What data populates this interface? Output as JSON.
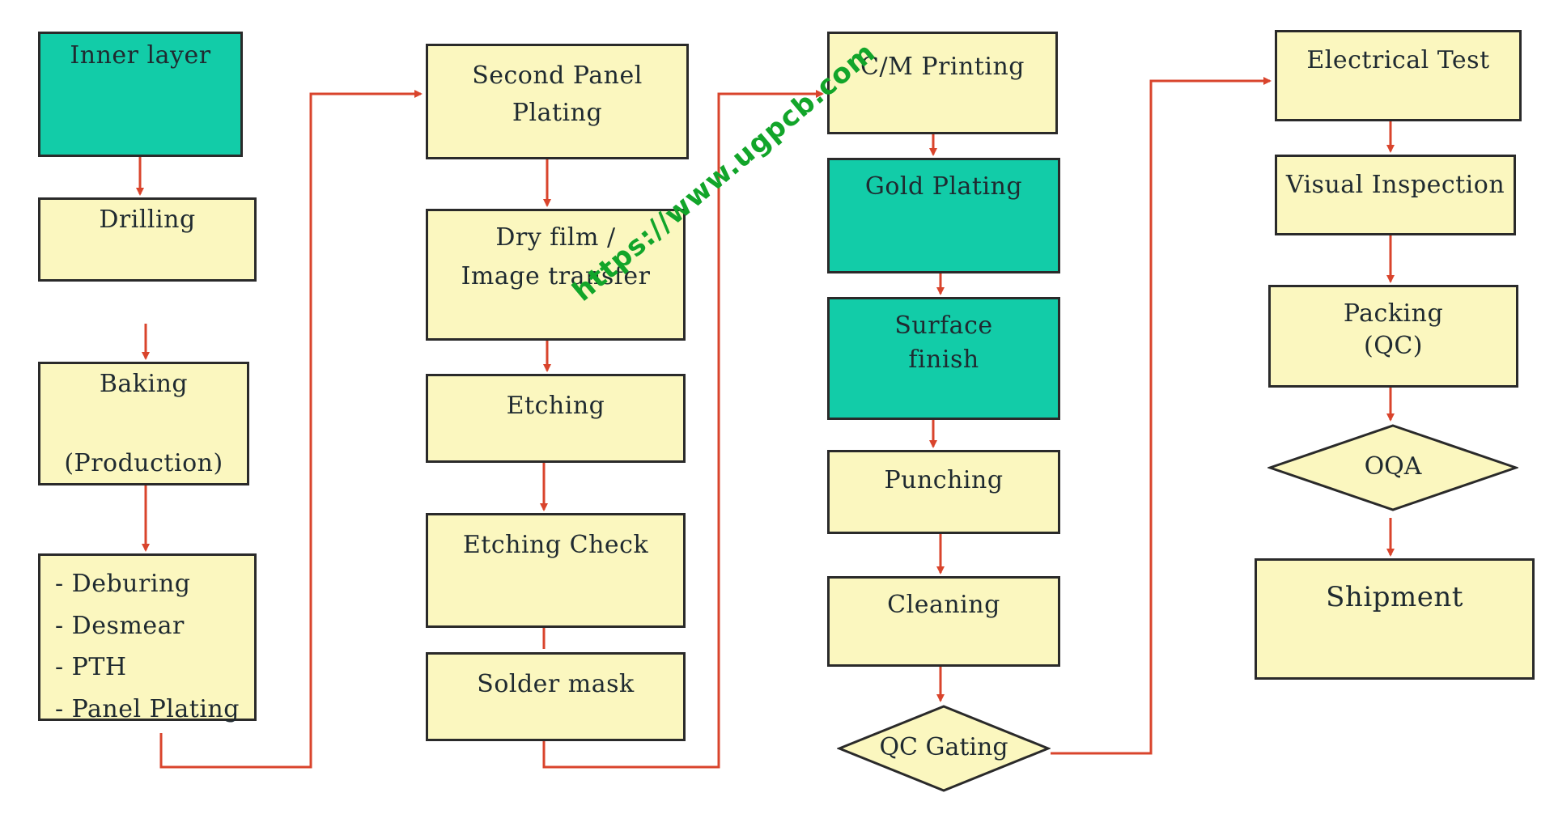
{
  "colors": {
    "box_yellow": "#fbf7bf",
    "box_green": "#12cca8",
    "border": "#2a2a2a",
    "arrow": "#d9442c",
    "watermark": "#12a52a"
  },
  "watermark": "https://www.ugpcb.com",
  "nodes": {
    "inner_layer": "Inner layer",
    "drilling": "Drilling",
    "baking": {
      "line1": "Baking",
      "line2": "(Production)"
    },
    "panel_steps": [
      "- Deburing",
      "- Desmear",
      "- PTH",
      "- Panel Plating"
    ],
    "second_panel_plating": {
      "line1": "Second Panel",
      "line2": "Plating"
    },
    "dry_film": {
      "line1": "Dry film /",
      "line2": "Image transfer"
    },
    "etching": "Etching",
    "etching_check": "Etching Check",
    "solder_mask": "Solder mask",
    "cm_printing": "C/M Printing",
    "gold_plating": "Gold Plating",
    "surface_finish": {
      "line1": "Surface",
      "line2": "finish"
    },
    "punching": "Punching",
    "cleaning": "Cleaning",
    "qc_gating": "QC Gating",
    "electrical_test": "Electrical Test",
    "visual_inspection": "Visual Inspection",
    "packing": {
      "line1": "Packing",
      "line2": "(QC)"
    },
    "oqa": "OQA",
    "shipment": "Shipment"
  }
}
